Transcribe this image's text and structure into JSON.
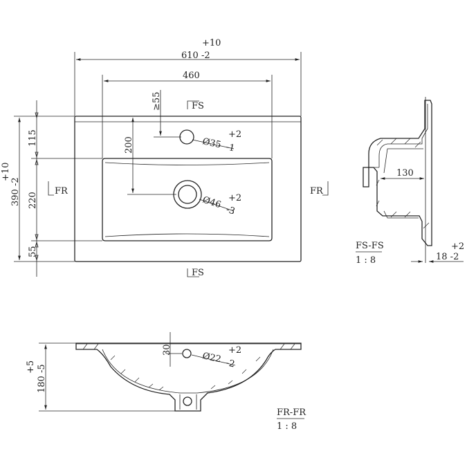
{
  "top_view": {
    "width_dim": "610 -2",
    "width_tol_upper": "+10",
    "basin_width_dim": "460",
    "tap_offset_dim": "≥55",
    "depth_dim": "390 -2",
    "depth_tol_upper": "+10",
    "back_margin_dim": "115",
    "basin_depth_dim": "220",
    "front_margin_dim": "55",
    "drain_offset_dim": "200",
    "tap_hole": {
      "dia": "Ø35",
      "tol_upper": "+2",
      "tol_lower": "-1"
    },
    "drain_hole": {
      "dia": "Ø46",
      "tol_upper": "+2",
      "tol_lower": "-3"
    },
    "section_fs": "FS",
    "section_fr": "FR"
  },
  "section_fs": {
    "title": "FS-FS",
    "scale": "1 : 8",
    "bowl_depth_dim": "130",
    "rim_dim": "18 -2",
    "rim_tol_upper": "+2"
  },
  "section_fr": {
    "title": "FR-FR",
    "scale": "1 : 8",
    "height_dim": "180 -5",
    "height_tol_upper": "+5",
    "overflow_offset_dim": "30",
    "overflow_hole": {
      "dia": "Ø22",
      "tol_upper": "+2",
      "tol_lower": "-2"
    }
  }
}
